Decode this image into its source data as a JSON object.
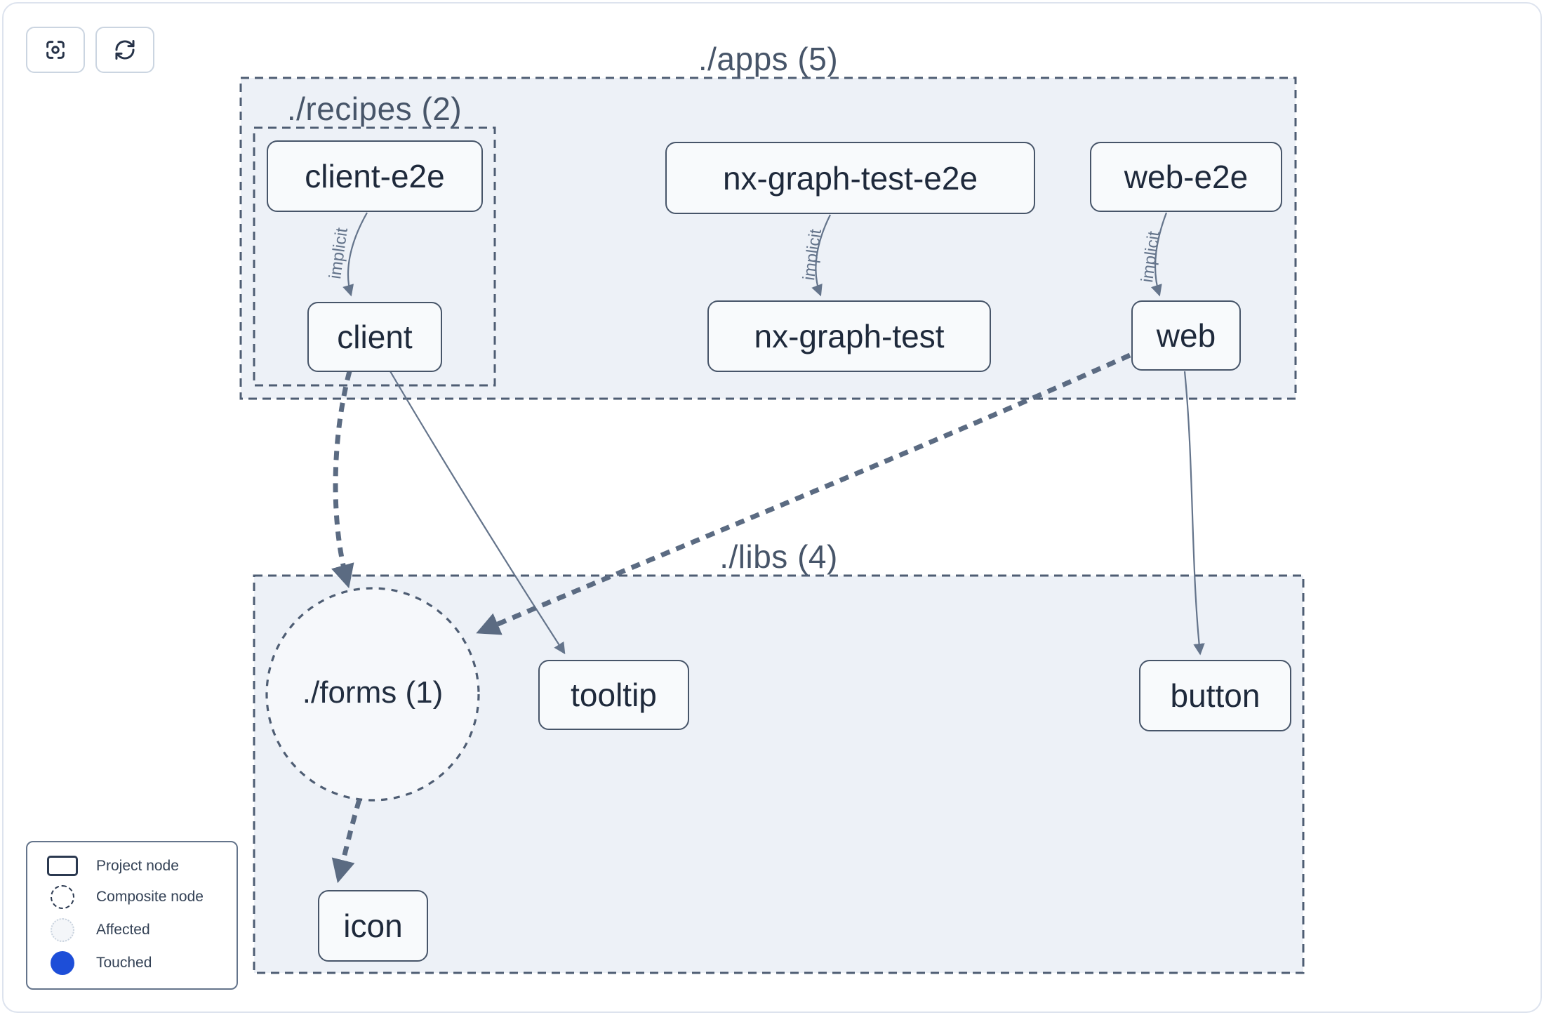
{
  "toolbar": {
    "buttons": [
      {
        "name": "focus",
        "icon": "focus-icon"
      },
      {
        "name": "refresh",
        "icon": "refresh-icon"
      }
    ]
  },
  "graph": {
    "groups": [
      {
        "id": "apps",
        "label": "./apps (5)"
      },
      {
        "id": "recipes",
        "label": "./recipes (2)"
      },
      {
        "id": "libs",
        "label": "./libs (4)"
      }
    ],
    "composite_node": {
      "label": "./forms (1)"
    },
    "nodes": [
      {
        "label": "client-e2e"
      },
      {
        "label": "nx-graph-test-e2e"
      },
      {
        "label": "web-e2e"
      },
      {
        "label": "client"
      },
      {
        "label": "nx-graph-test"
      },
      {
        "label": "web"
      },
      {
        "label": "tooltip"
      },
      {
        "label": "button"
      },
      {
        "label": "icon"
      }
    ],
    "edges": [
      {
        "from": "client-e2e",
        "to": "client",
        "label": "implicit",
        "style": "thin-solid"
      },
      {
        "from": "nx-graph-test-e2e",
        "to": "nx-graph-test",
        "label": "implicit",
        "style": "thin-solid"
      },
      {
        "from": "web-e2e",
        "to": "web",
        "label": "implicit",
        "style": "thin-solid"
      },
      {
        "from": "client",
        "to": "./forms (1)",
        "style": "thick-dashed"
      },
      {
        "from": "client",
        "to": "tooltip",
        "style": "thin-solid"
      },
      {
        "from": "web",
        "to": "./forms (1)",
        "style": "thick-dashed"
      },
      {
        "from": "web",
        "to": "button",
        "style": "thin-solid"
      },
      {
        "from": "./forms (1)",
        "to": "icon",
        "style": "thick-dashed"
      }
    ]
  },
  "legend": {
    "items": [
      {
        "label": "Project node",
        "icon": "project-node-icon"
      },
      {
        "label": "Composite node",
        "icon": "composite-node-icon"
      },
      {
        "label": "Affected",
        "icon": "affected-icon"
      },
      {
        "label": "Touched",
        "icon": "touched-icon"
      }
    ]
  },
  "colors": {
    "group_fill": "#edf1f7",
    "node_fill": "#f8fafc",
    "node_border": "#475569",
    "node_text": "#1e293b",
    "group_label_text": "#475569",
    "edge": "#64748b",
    "touched_blue": "#1d4ed8"
  }
}
